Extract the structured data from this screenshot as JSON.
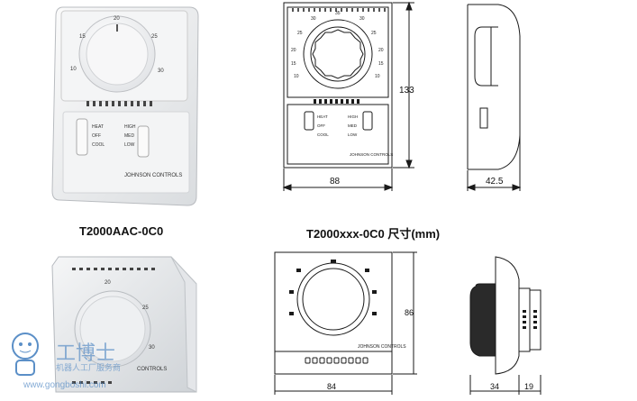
{
  "captions": {
    "product_photo": "T2000AAC-0C0",
    "dimension_drawing": "T2000xxx-0C0 尺寸(mm)"
  },
  "thermostat_top": {
    "dial_scale": [
      "10",
      "15",
      "20",
      "25",
      "30"
    ],
    "switch_left": [
      "HEAT",
      "OFF",
      "COOL"
    ],
    "switch_right": [
      "HIGH",
      "MED",
      "LOW"
    ],
    "brand": "JOHNSON CONTROLS"
  },
  "drawing_top_front": {
    "dial_scale": [
      "10",
      "15",
      "20",
      "25",
      "30",
      "35",
      "30",
      "25",
      "20",
      "15",
      "10"
    ],
    "switch_left": [
      "HEAT",
      "OFF",
      "COOL"
    ],
    "switch_right": [
      "HIGH",
      "MED",
      "LOW"
    ],
    "brand": "JOHNSON CONTROLS",
    "height": "133",
    "width": "88"
  },
  "drawing_top_side": {
    "depth": "42.5"
  },
  "thermostat_bottom": {
    "dial_scale": [
      "20",
      "25",
      "30"
    ],
    "brand": "CONTROLS"
  },
  "drawing_bottom_front": {
    "height": "86",
    "width": "84",
    "brand": "JOHNSON CONTROLS"
  },
  "drawing_bottom_side": {
    "depth_a": "34",
    "depth_b": "19"
  },
  "watermark": {
    "site": "www.gongboshi.com",
    "name": "工博士",
    "tagline": "机器人工厂服务商"
  },
  "colors": {
    "line": "#1a1a1a",
    "photo_shadow": "#c9ccd0",
    "watermark_blue": "#5b8fc7"
  }
}
